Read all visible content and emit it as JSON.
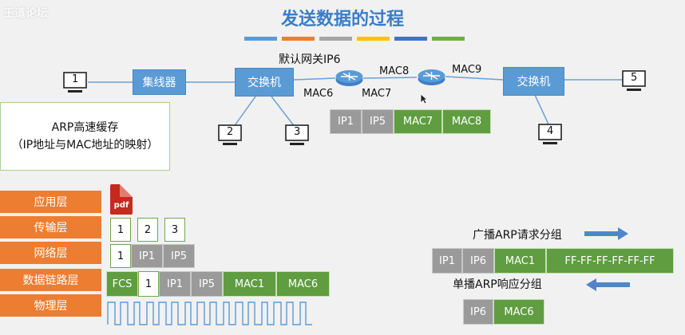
{
  "watermark": "王道论坛",
  "title": "发送数据的过程",
  "title_bar_colors": [
    "#5b9bd5",
    "#ed7d31",
    "#a5a5a5",
    "#ffc000",
    "#4472c4",
    "#70ad47"
  ],
  "network": {
    "hosts": [
      "1",
      "2",
      "3",
      "4",
      "5"
    ],
    "hub": "集线器",
    "switch_left": "交换机",
    "switch_right": "交换机",
    "gateway_label": "默认网关IP6",
    "mac6": "MAC6",
    "mac7": "MAC7",
    "mac8": "MAC8",
    "mac9": "MAC9"
  },
  "packet_top": [
    "IP1",
    "IP5",
    "MAC7",
    "MAC8"
  ],
  "arp_cache": {
    "line1": "ARP高速缓存",
    "line2": "（IP地址与MAC地址的映射）"
  },
  "layers": [
    "应用层",
    "传输层",
    "网络层",
    "数据链路层",
    "物理层"
  ],
  "app_icon": "pdf",
  "transport": [
    "1",
    "2",
    "3"
  ],
  "network_row": [
    "1",
    "IP1",
    "IP5"
  ],
  "link_row": [
    "FCS",
    "1",
    "IP1",
    "IP5",
    "MAC1",
    "MAC6"
  ],
  "arp_request": {
    "label": "广播ARP请求分组",
    "cells": [
      "IP1",
      "IP6",
      "MAC1",
      "FF-FF-FF-FF-FF-FF"
    ]
  },
  "arp_reply": {
    "label": "单播ARP响应分组",
    "cells": [
      "IP6",
      "MAC6"
    ]
  }
}
